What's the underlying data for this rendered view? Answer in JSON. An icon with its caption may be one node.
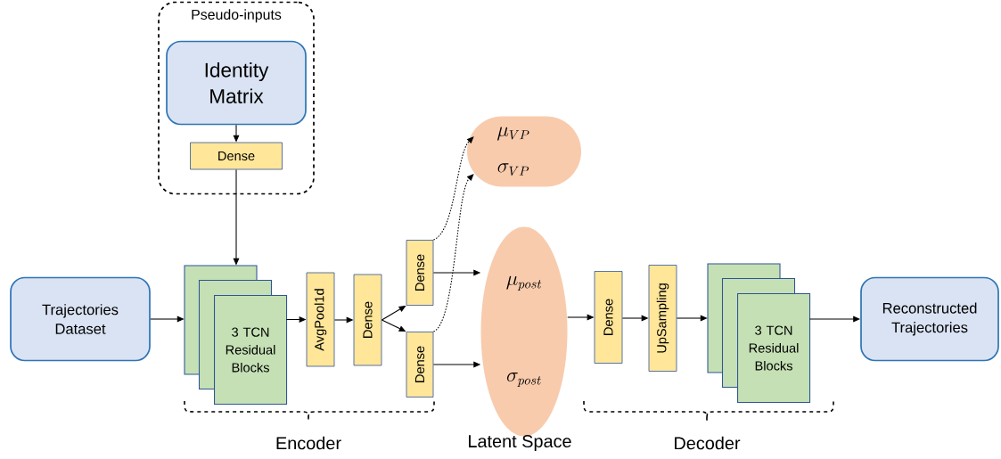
{
  "diagram": {
    "nodes": [
      {
        "text": [
          "Pseudo-inputs"
        ]
      },
      {
        "text": [
          "Identity Matrix"
        ],
        "in": 0
      },
      {
        "text": [
          "Dense"
        ],
        "in": 0
      },
      {
        "text": [
          "Trajectories Dataset"
        ]
      },
      {
        "text": [
          "3 TCN Residual Blocks"
        ]
      },
      {
        "text": [
          "AvgPool1d"
        ]
      },
      {
        "text": [
          "Dense"
        ]
      },
      {
        "text": [
          "Dense"
        ]
      },
      {
        "text": [
          "Dense"
        ]
      },
      {
        "text": [
          "\\mu_{VP}",
          "\\sigma_{VP}"
        ]
      },
      {
        "text": [
          "\\mu_{post}",
          "\\sigma_{post}"
        ]
      },
      {
        "text": [
          "Dense"
        ]
      },
      {
        "text": [
          "UpSampling"
        ]
      },
      {
        "text": [
          "3 TCN Residual Blocks"
        ]
      },
      {
        "text": [
          "Reconstructed Trajectories"
        ]
      }
    ],
    "edges": [
      {
        "from": 1,
        "to": 2,
        "arrow": "to"
      },
      {
        "from": 2,
        "to": 4,
        "arrow": "to"
      },
      {
        "from": 3,
        "to": 4,
        "arrow": "to"
      },
      {
        "from": 4,
        "to": 5,
        "arrow": "to"
      },
      {
        "from": 5,
        "to": 6,
        "arrow": "to"
      },
      {
        "from": 6,
        "to": 7,
        "arrow": "to"
      },
      {
        "from": 6,
        "to": 8,
        "arrow": "to"
      },
      {
        "from": 7,
        "to": 10,
        "arrow": "to"
      },
      {
        "from": 8,
        "to": 10,
        "arrow": "to"
      },
      {
        "from": 7,
        "to": 9,
        "arrow": "to",
        "style": "dashed"
      },
      {
        "from": 8,
        "to": 9,
        "arrow": "to",
        "style": "dashed"
      },
      {
        "from": 10,
        "to": 11,
        "arrow": "to"
      },
      {
        "from": 11,
        "to": 12,
        "arrow": "to"
      },
      {
        "from": 12,
        "to": 13,
        "arrow": "to"
      },
      {
        "from": 13,
        "to": 14,
        "arrow": "to"
      }
    ],
    "labels": [
      "Encoder",
      "Latent Space",
      "Decoder"
    ]
  }
}
